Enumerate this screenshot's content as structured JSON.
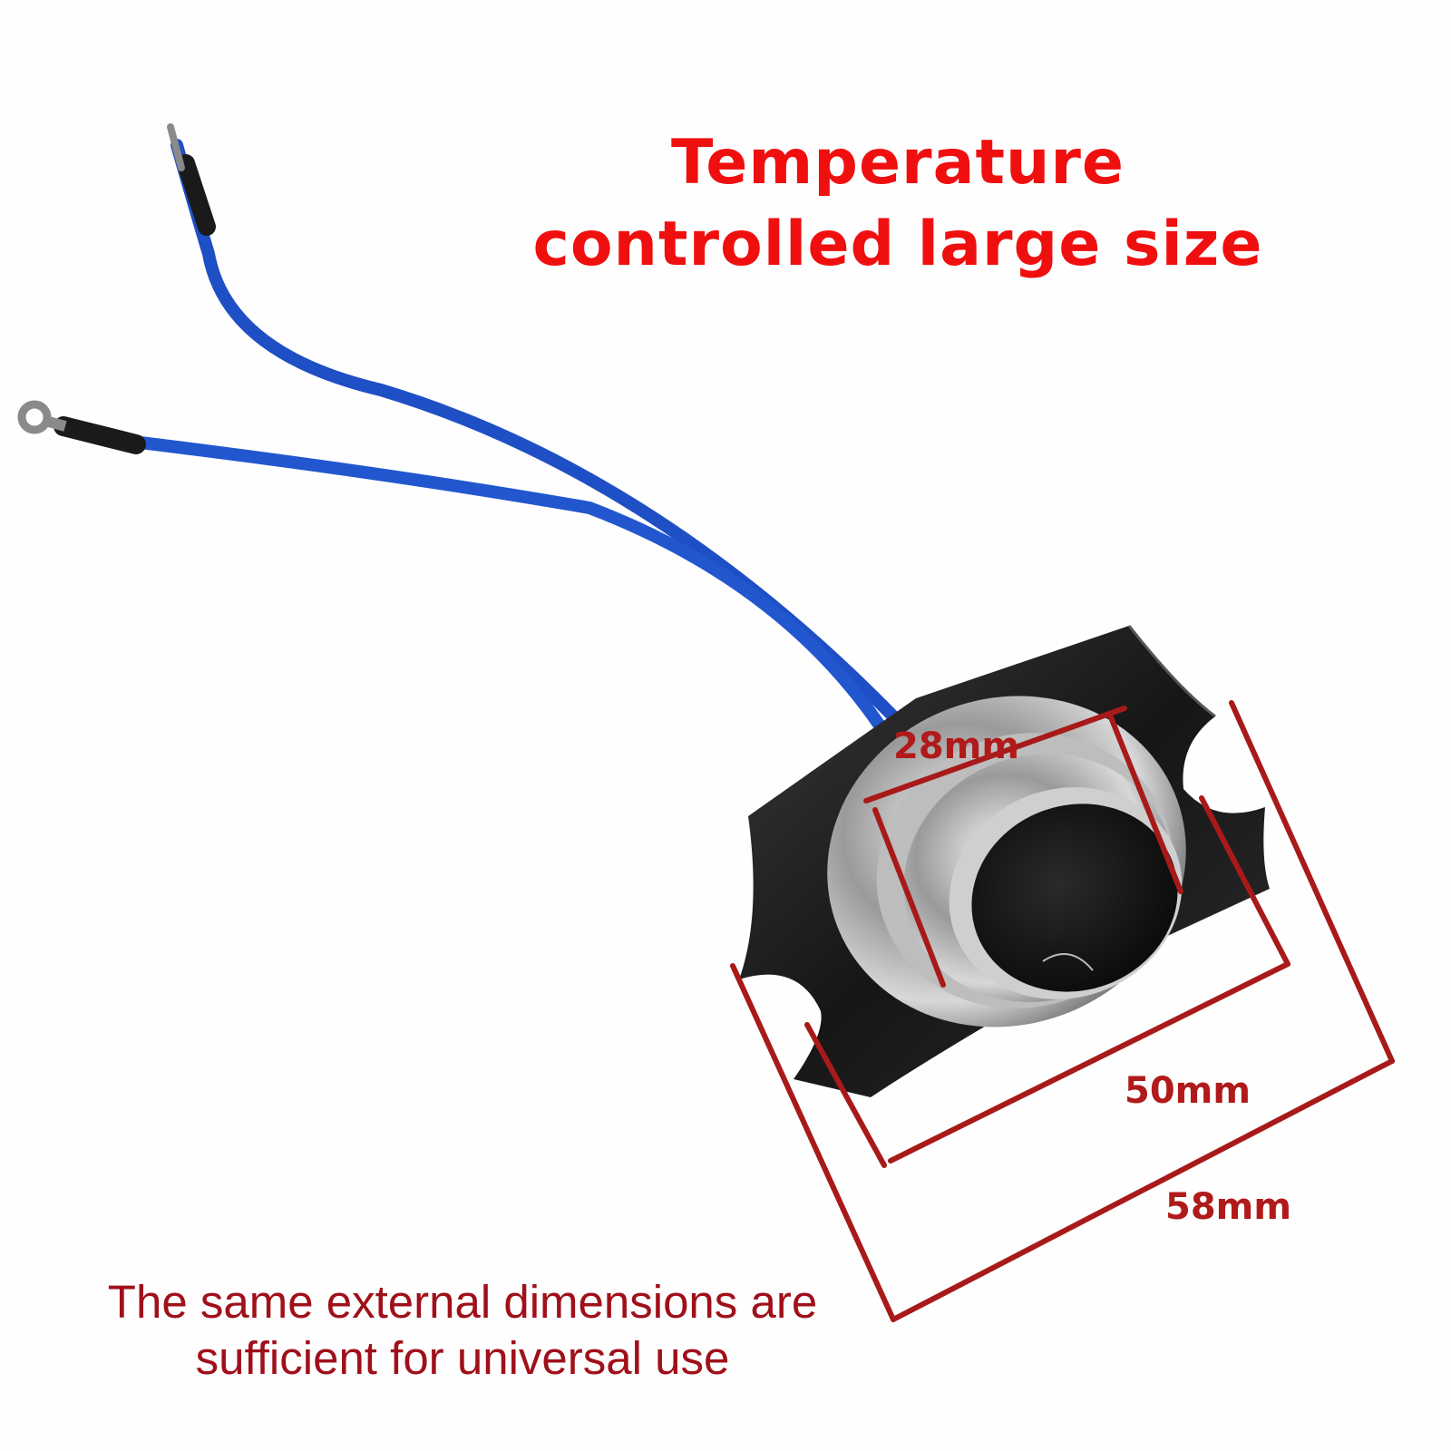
{
  "title": {
    "line1": "Temperature",
    "line2": "controlled large size"
  },
  "dimensions": {
    "inner": "28mm",
    "middle": "50mm",
    "outer": "58mm"
  },
  "caption": {
    "line1": "The same external dimensions are",
    "line2": "sufficient for universal use"
  },
  "colors": {
    "title": "#f00f0f",
    "dimension_lines": "#a81a1a",
    "caption": "#a0101a",
    "wire": "#1f4fc4"
  }
}
